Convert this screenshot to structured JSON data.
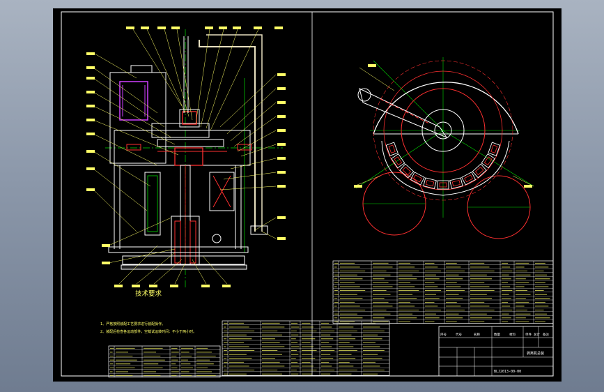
{
  "tech": {
    "title": "技术要求",
    "notes": [
      "1、严格按照装配工艺要求进行装配操作。",
      "2、装配后检查各运动部件，空载试运转时间：不小于两小时。"
    ]
  },
  "title_block": {
    "drawing_name": "剥离机总装",
    "drawing_number": "BLJ2013-00-00",
    "headers": [
      "序号",
      "代号",
      "名称",
      "数量",
      "材料",
      "单件",
      "总计",
      "备注"
    ]
  },
  "colors": {
    "line": "#ffffff",
    "part": "#ff3030",
    "center": "#00dd00",
    "leader": "#ffff66",
    "accent": "#d040ff",
    "pipe": "#e8e0c0"
  }
}
